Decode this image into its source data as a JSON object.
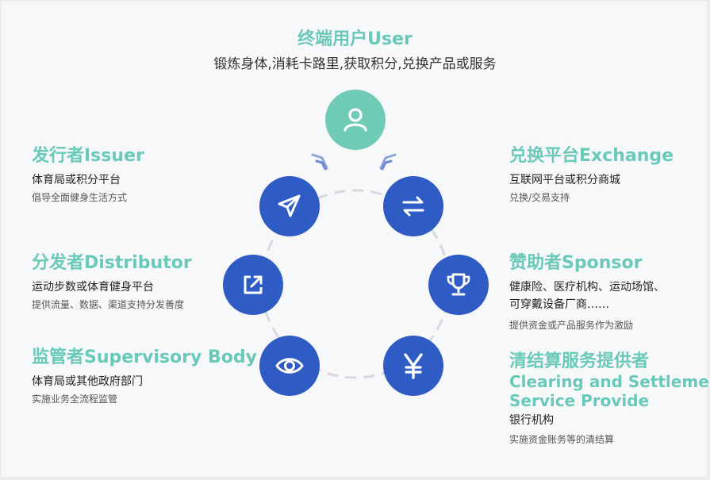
{
  "user": {
    "title": "终端用户User",
    "subtitle": "锻炼身体,消耗卡路里,获取积分,兑换产品或服务"
  },
  "issuer": {
    "title": "发行者Issuer",
    "line1": "体育局或积分平台",
    "line2": "倡导全面健身生活方式"
  },
  "distributor": {
    "title": "分发者Distributor",
    "line1": "运动步数或体育健身平台",
    "line2": "提供流量、数据、渠道支持分发善度"
  },
  "supervisor": {
    "title": "监管者Supervisory Body",
    "line1": "体育局或其他政府部门",
    "line2": "实施业务全流程监管"
  },
  "exchange": {
    "title": "兑换平台Exchange",
    "line1": "互联网平台或积分商城",
    "line2": "兑换/交易支持"
  },
  "sponsor": {
    "title": "赞助者Sponsor",
    "line1a": "健康险、医疗机构、运动场馆、",
    "line1b": "可穿戴设备厂商……",
    "line2": "提供资金或产品服务作为激励"
  },
  "clearing": {
    "title_zh": "清结算服务提供者",
    "title_en1": "Clearing and Settlement",
    "title_en2": "Service Provide",
    "line1": "银行机构",
    "line2": "实施资金账务等的清结算"
  },
  "colors": {
    "accent": "#6ac9b8",
    "node_blue": "#2e5bc4",
    "node_teal": "#6fcbb6",
    "ring": "#d5d8dc"
  },
  "icons": {
    "user": "person-icon",
    "issuer": "paper-plane-icon",
    "exchange": "swap-arrows-icon",
    "distributor": "share-out-icon",
    "sponsor": "trophy-icon",
    "supervisor": "eye-icon",
    "clearing": "yen-icon"
  }
}
